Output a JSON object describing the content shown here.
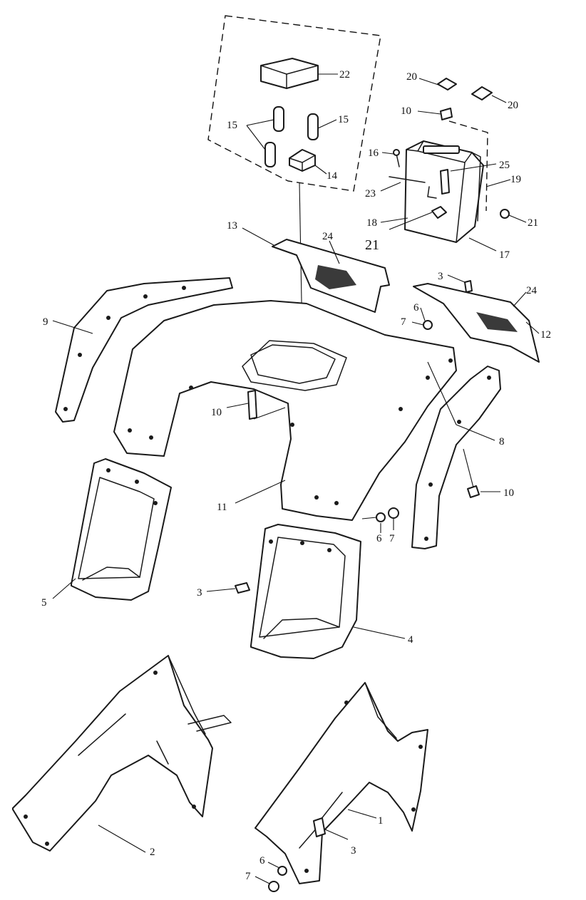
{
  "labels": {
    "l22": "22",
    "l15a": "15",
    "l15b": "15",
    "l14": "14",
    "l20a": "20",
    "l20b": "20",
    "l10a": "10",
    "l16": "16",
    "l25": "25",
    "l19": "19",
    "l23": "23",
    "l18": "18",
    "l21a": "21",
    "l21b": "21",
    "l17": "17",
    "l13": "13",
    "l24a": "24",
    "l24b": "24",
    "l3a": "3",
    "l9": "9",
    "l6a": "6",
    "l7a": "7",
    "l12": "12",
    "l10b": "10",
    "l8": "8",
    "l10c": "10",
    "l11": "11",
    "l6b": "6",
    "l7b": "7",
    "l5": "5",
    "l3b": "3",
    "l4": "4",
    "l1": "1",
    "l3c": "3",
    "l2": "2",
    "l6c": "6",
    "l7c": "7"
  }
}
